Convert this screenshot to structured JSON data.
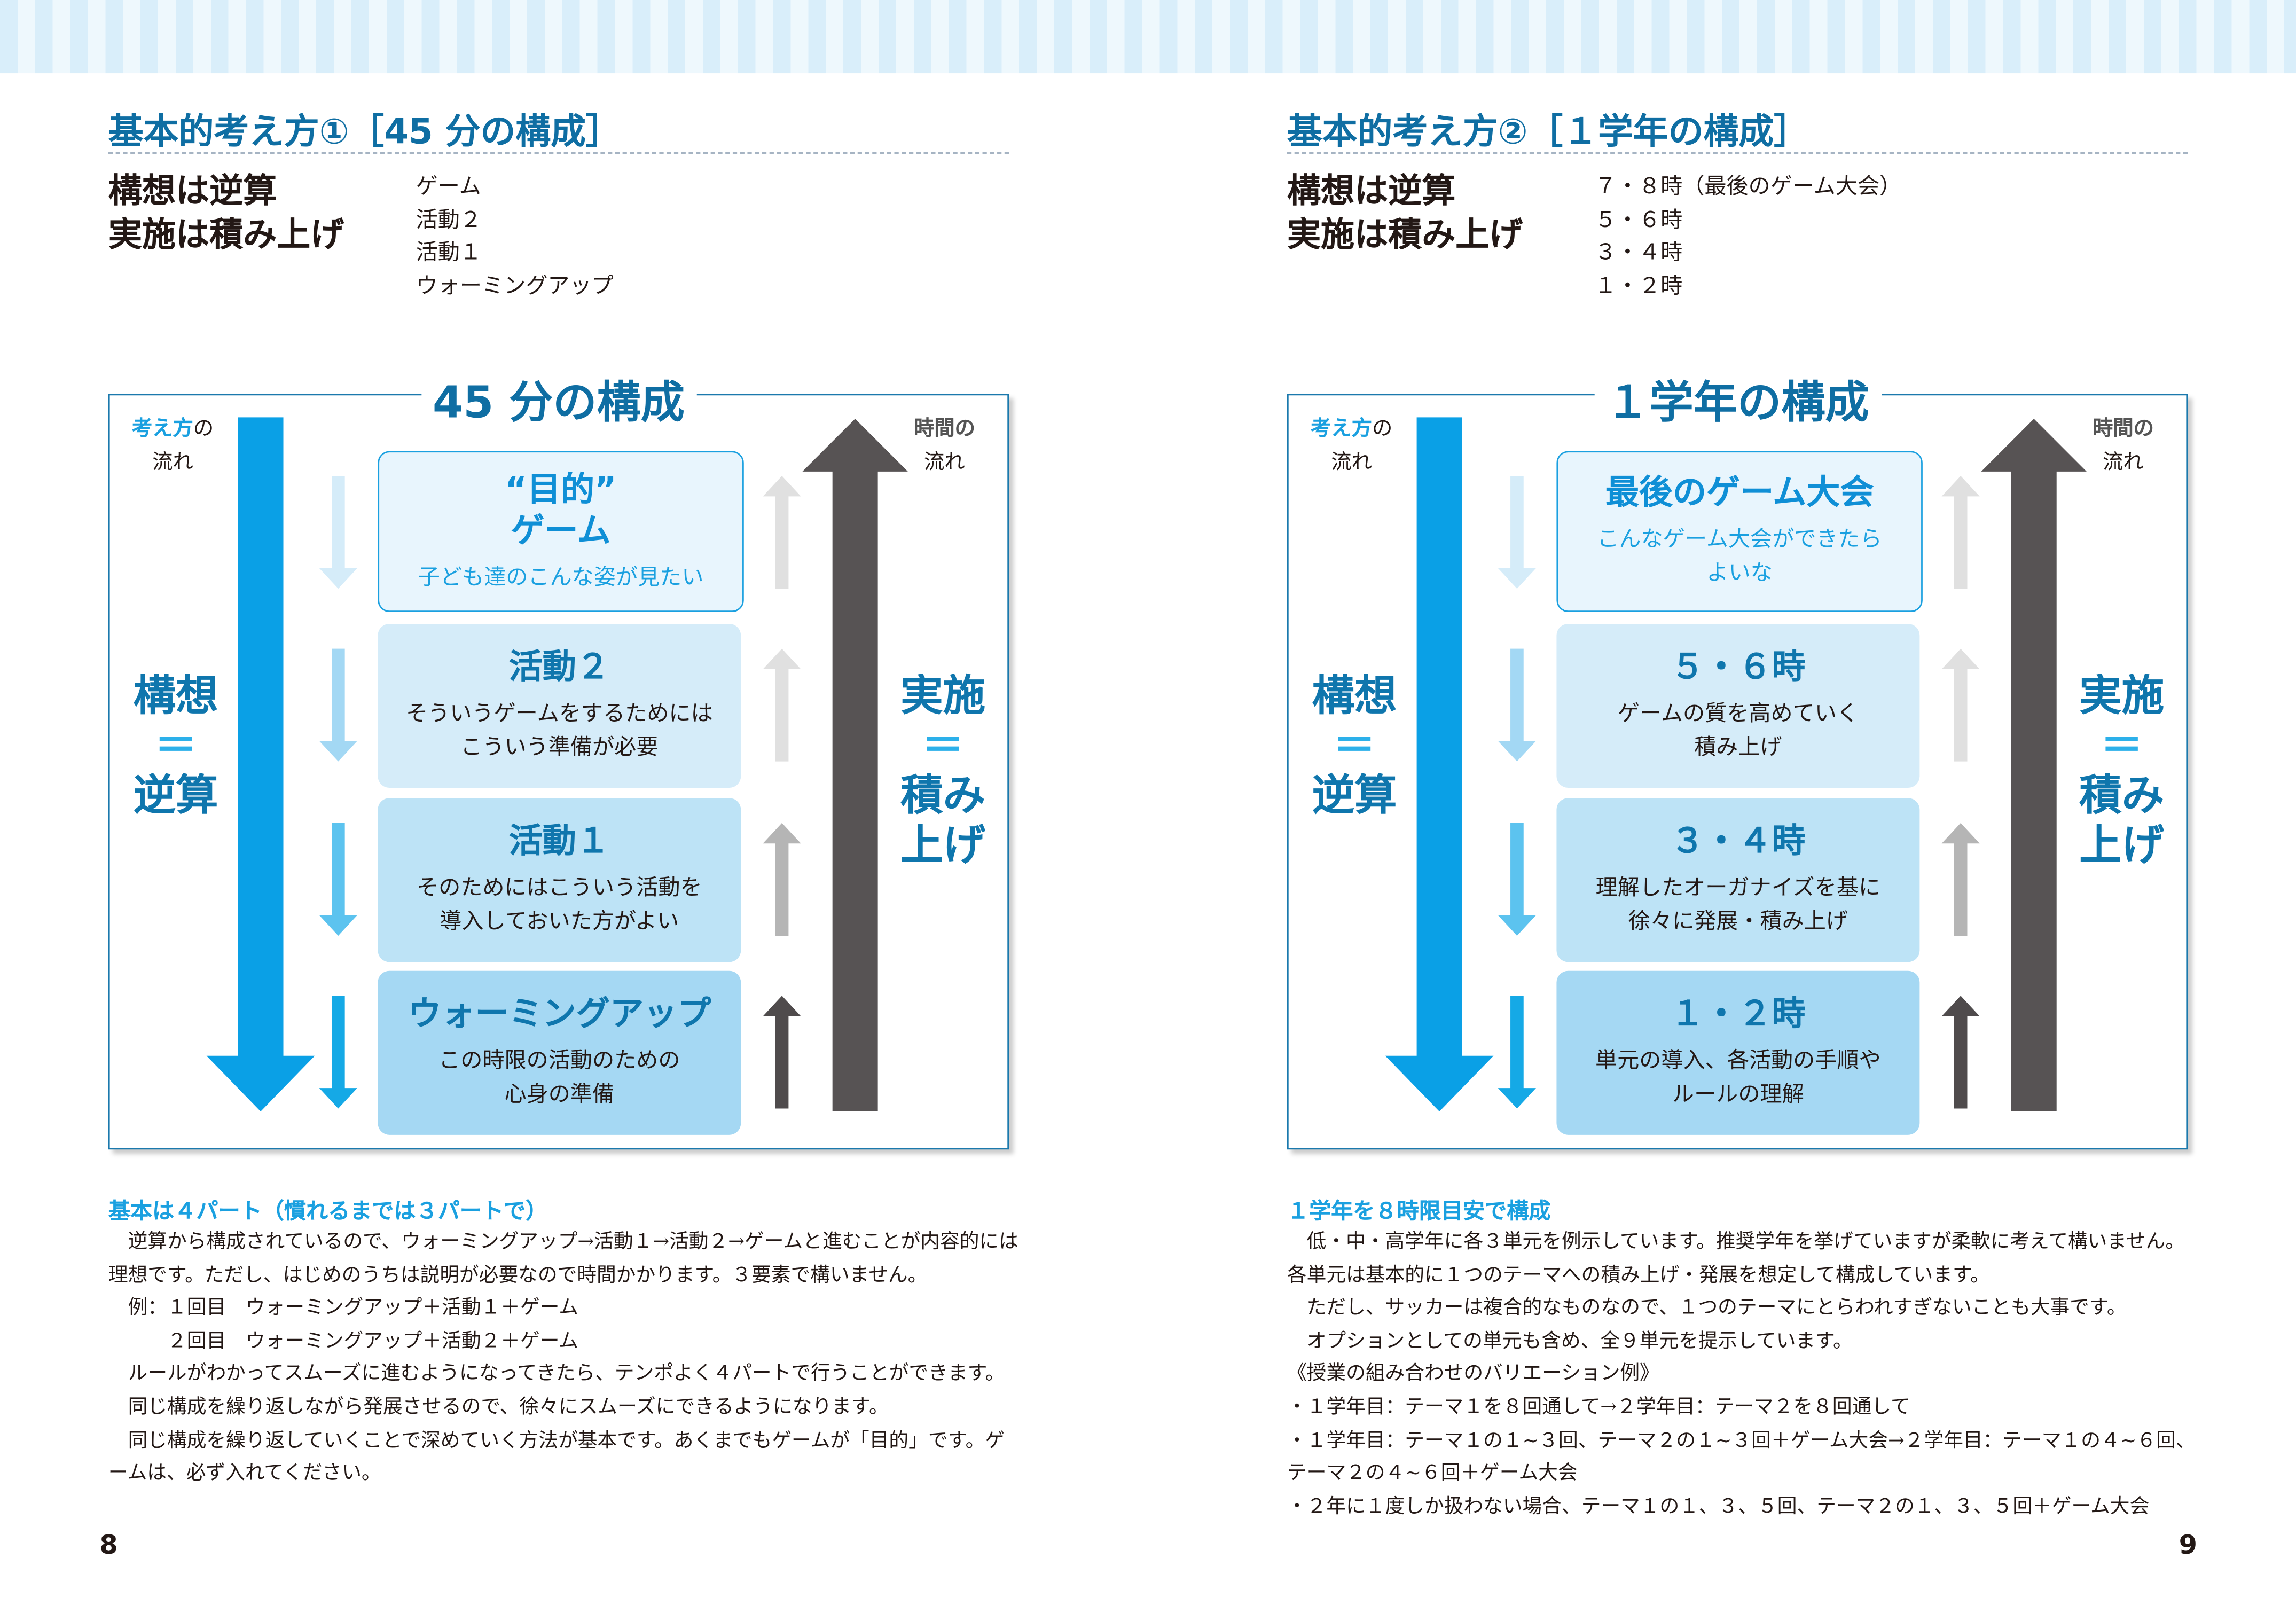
{
  "left": {
    "heading": "基本的考え方①［45 分の構成］",
    "lead": "構想は逆算\n実施は積み上げ",
    "list": [
      "ゲーム",
      "活動２",
      "活動１",
      "ウォーミングアップ"
    ],
    "diagram_title": "45 分の構成",
    "flow_left_a": "考え方",
    "flow_left_b": "の",
    "flow_left_c": "流れ",
    "flow_right_a": "時間の",
    "flow_right_b": "流れ",
    "left_big": [
      "構想",
      "＝",
      "逆算"
    ],
    "right_big": [
      "実施",
      "＝",
      "積み",
      "上げ"
    ],
    "boxes": [
      {
        "title": "“目的”\nゲーム",
        "desc": "子ども達のこんな姿が見たい"
      },
      {
        "title": "活動２",
        "desc": "そういうゲームをするためには\nこういう準備が必要"
      },
      {
        "title": "活動１",
        "desc": "そのためにはこういう活動を\n導入しておいた方がよい"
      },
      {
        "title": "ウォーミングアップ",
        "desc": "この時限の活動のための\n心身の準備"
      }
    ],
    "subheading": "基本は４パート（慣れるまでは３パートで）",
    "paragraphs": [
      "　逆算から構成されているので、ウォーミングアップ→活動１→活動２→ゲームと進むことが内容的には理想です。ただし、はじめのうちは説明が必要なので時間かかります。３要素で構いません。",
      "　例：１回目　ウォーミングアップ＋活動１＋ゲーム",
      "　　　２回目　ウォーミングアップ＋活動２＋ゲーム",
      "　ルールがわかってスムーズに進むようになってきたら、テンポよく４パートで行うことができます。",
      "　同じ構成を繰り返しながら発展させるので、徐々にスムーズにできるようになります。",
      "　同じ構成を繰り返していくことで深めていく方法が基本です。あくまでもゲームが「目的」です。ゲームは、必ず入れてください。"
    ],
    "page_number": "8"
  },
  "right": {
    "heading": "基本的考え方②［１学年の構成］",
    "lead": "構想は逆算\n実施は積み上げ",
    "list": [
      "７・８時（最後のゲーム大会）",
      "５・６時",
      "３・４時",
      "１・２時"
    ],
    "diagram_title": "１学年の構成",
    "flow_left_a": "考え方",
    "flow_left_b": "の",
    "flow_left_c": "流れ",
    "flow_right_a": "時間の",
    "flow_right_b": "流れ",
    "left_big": [
      "構想",
      "＝",
      "逆算"
    ],
    "right_big": [
      "実施",
      "＝",
      "積み",
      "上げ"
    ],
    "boxes": [
      {
        "title": "最後のゲーム大会",
        "desc": "こんなゲーム大会ができたら\nよいな"
      },
      {
        "title": "５・６時",
        "desc": "ゲームの質を高めていく\n積み上げ"
      },
      {
        "title": "３・４時",
        "desc": "理解したオーガナイズを基に\n徐々に発展・積み上げ"
      },
      {
        "title": "１・２時",
        "desc": "単元の導入、各活動の手順や\nルールの理解"
      }
    ],
    "subheading": "１学年を８時限目安で構成",
    "paragraphs": [
      "　低・中・高学年に各３単元を例示しています。推奨学年を挙げていますが柔軟に考えて構いません。各単元は基本的に１つのテーマへの積み上げ・発展を想定して構成しています。",
      "　ただし、サッカーは複合的なものなので、１つのテーマにとらわれすぎないことも大事です。",
      "　オプションとしての単元も含め、全９単元を提示しています。",
      "《授業の組み合わせのバリエーション例》",
      "・１学年目：テーマ１を８回通して→２学年目：テーマ２を８回通して",
      "・１学年目：テーマ１の１~３回、テーマ２の１~３回＋ゲーム大会→２学年目：テーマ１の４~６回、テーマ２の４~６回＋ゲーム大会",
      "・２年に１度しか扱わない場合、テーマ１の１、３、５回、テーマ２の１、３、５回＋ゲーム大会"
    ],
    "page_number": "9"
  },
  "colors": {
    "accent": "#0f6ea3",
    "blue_arrow": "#0aa0e6",
    "gray_arrow": "#575354"
  }
}
